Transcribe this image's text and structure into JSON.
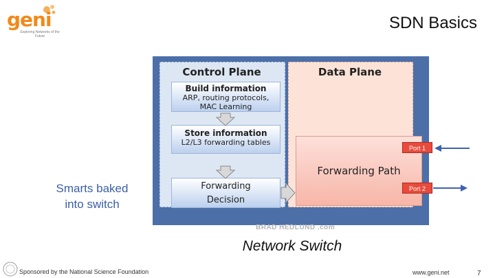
{
  "header": {
    "logo_text": "geni",
    "logo_tagline": "Exploring Networks of the Future",
    "title": "SDN Basics"
  },
  "diagram": {
    "control_plane": {
      "title": "Control Plane",
      "boxes": [
        {
          "heading": "Build information",
          "lines": [
            "ARP, routing protocols,",
            "MAC Learning"
          ]
        },
        {
          "heading": "Store information",
          "lines": [
            "L2/L3 forwarding tables"
          ]
        },
        {
          "heading": "",
          "lines": [
            "Forwarding",
            "Decision"
          ]
        }
      ]
    },
    "data_plane": {
      "title": "Data Plane",
      "forwarding_path": "Forwarding Path",
      "ports": [
        "Port 1",
        "Port 2"
      ]
    },
    "credit": "BRAD HEDLUND .com"
  },
  "captions": {
    "smarts": "Smarts baked into switch",
    "network_switch": "Network Switch"
  },
  "footer": {
    "sponsor": "Sponsored by the National Science Foundation",
    "site": "www.geni.net",
    "page": "7"
  },
  "colors": {
    "logo_orange": "#f08a1c",
    "diagram_border": "#4d6fa8",
    "caption_blue": "#3b5ea6",
    "port_red": "#e84b3c"
  }
}
